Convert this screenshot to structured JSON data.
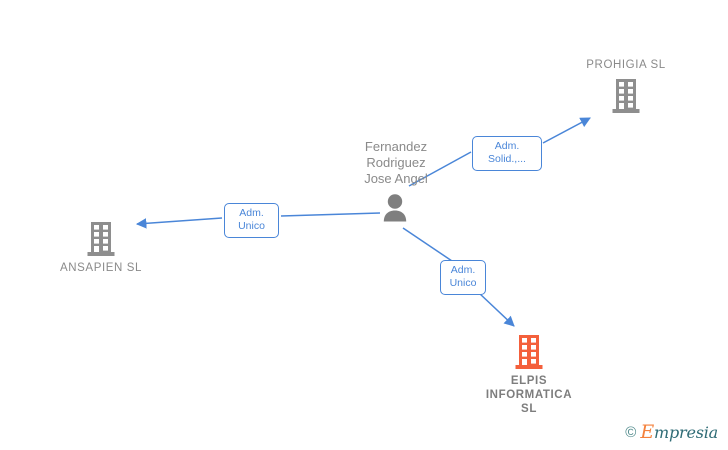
{
  "diagram": {
    "type": "relationship-graph",
    "colors": {
      "edge": "#4a86d8",
      "label_text": "#4a86d8",
      "label_border": "#4a86d8",
      "company_gray": "#8e8e8e",
      "company_orange": "#f4603c",
      "person_gray": "#7f7f7f",
      "caption_gray": "#8a8a8a"
    },
    "person": {
      "name": "Fernandez\nRodriguez\nJose Angel",
      "icon": "person-icon"
    },
    "companies": [
      {
        "id": "prohigia",
        "name": "PROHIGIA  SL",
        "icon": "building-icon",
        "color": "#8e8e8e",
        "caption_position": "above",
        "highlighted": false
      },
      {
        "id": "ansapien",
        "name": "ANSAPIEN  SL",
        "icon": "building-icon",
        "color": "#8e8e8e",
        "caption_position": "below",
        "highlighted": false
      },
      {
        "id": "elpis",
        "name": "ELPIS\nINFORMATICA\nSL",
        "icon": "building-icon",
        "color": "#f4603c",
        "caption_position": "below",
        "highlighted": true
      }
    ],
    "edges": [
      {
        "id": "edge-prohigia",
        "from": "person",
        "to": "prohigia",
        "label": "Adm.\nSolid.,...",
        "direction": "to-company"
      },
      {
        "id": "edge-ansapien",
        "from": "person",
        "to": "ansapien",
        "label": "Adm.\nUnico",
        "direction": "to-company"
      },
      {
        "id": "edge-elpis",
        "from": "person",
        "to": "elpis",
        "label": "Adm.\nUnico",
        "direction": "to-company"
      }
    ]
  },
  "watermark": {
    "copyright_symbol": "©",
    "brand_initial": "E",
    "brand_rest": "mpresia"
  }
}
